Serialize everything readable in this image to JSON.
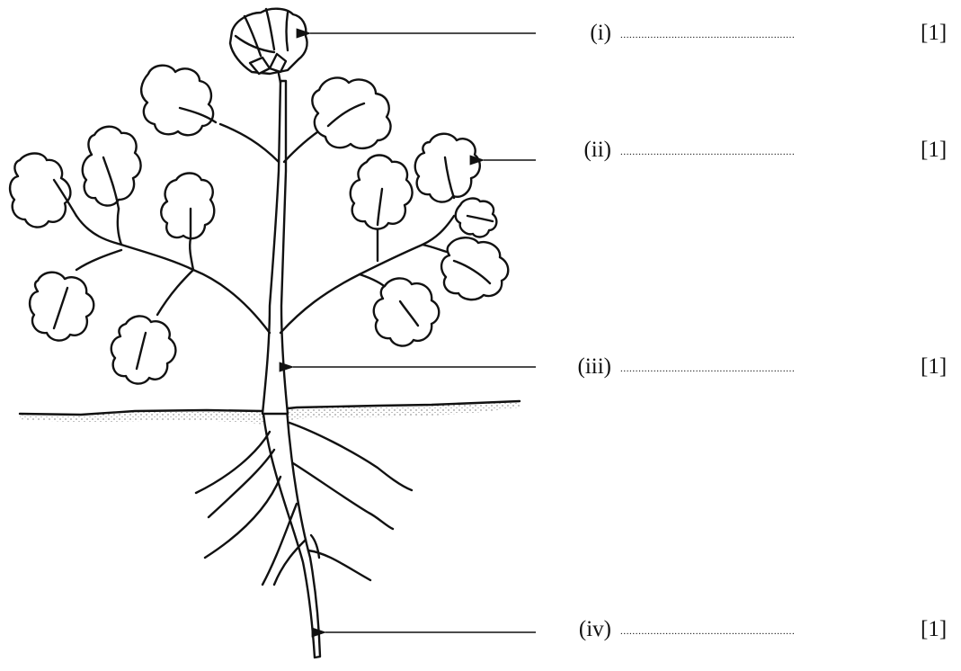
{
  "labels": [
    {
      "number": "(i)",
      "answer_line": "..........................................................",
      "mark": "[1]"
    },
    {
      "number": "(ii)",
      "answer_line": "..........................................................",
      "mark": "[1]"
    },
    {
      "number": "(iii)",
      "answer_line": "..........................................................",
      "mark": "[1]"
    },
    {
      "number": "(iv)",
      "answer_line": "..........................................................",
      "mark": "[1]"
    }
  ]
}
